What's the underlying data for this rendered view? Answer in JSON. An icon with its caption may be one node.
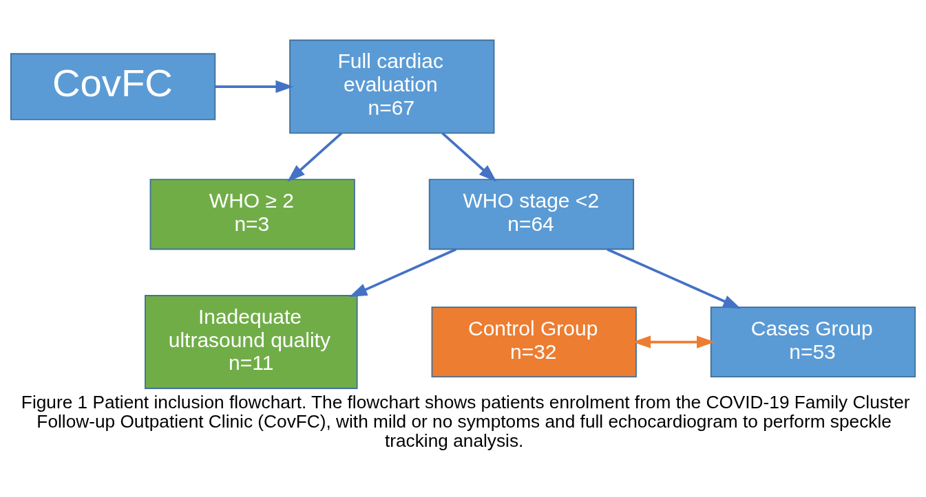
{
  "diagram": {
    "caption": "Figure 1 Patient inclusion flowchart. The flowchart shows patients enrolment from the COVID-19 Family Cluster Follow-up Outpatient Clinic (CovFC), with mild or no symptoms and full echocardiogram to perform speckle tracking analysis.",
    "nodes": [
      {
        "text": [
          "CovFC"
        ]
      },
      {
        "text": [
          "Full cardiac evaluation",
          "n=67"
        ]
      },
      {
        "text": [
          "WHO ≥ 2",
          "n=3"
        ]
      },
      {
        "text": [
          "WHO stage <2",
          "n=64"
        ]
      },
      {
        "text": [
          "Inadequate ultrasound quality",
          "n=11"
        ]
      },
      {
        "text": [
          "Control Group",
          "n=32"
        ]
      },
      {
        "text": [
          "Cases Group",
          "n=53"
        ]
      }
    ],
    "edges": [
      {
        "from": 0,
        "to": 1,
        "arrow": "to"
      },
      {
        "from": 1,
        "to": 3,
        "arrow": "to"
      },
      {
        "from": 1,
        "to": 2,
        "arrow": "to"
      },
      {
        "from": 3,
        "to": 6,
        "arrow": "to"
      },
      {
        "from": 3,
        "to": 4,
        "arrow": "to"
      },
      {
        "from": 5,
        "to": 6,
        "arrow": "both",
        "color": "#ed7d31"
      }
    ]
  }
}
